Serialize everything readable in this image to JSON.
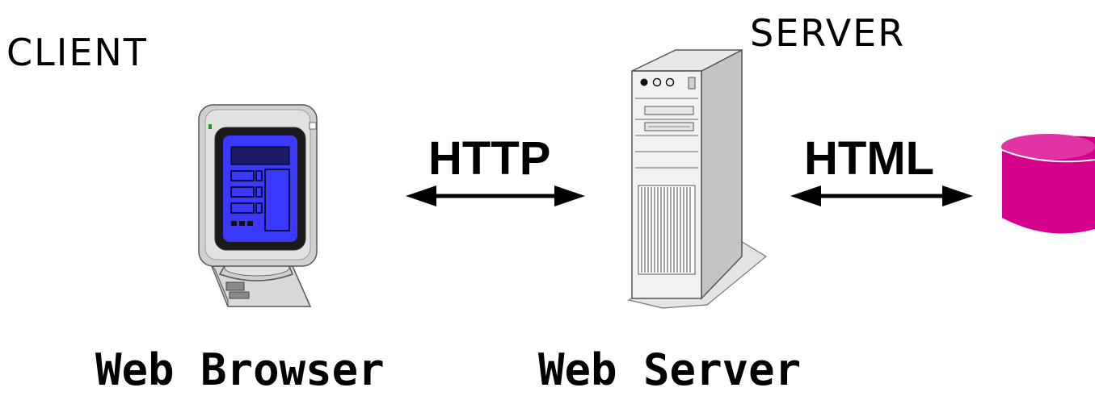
{
  "client": {
    "heading": "CLIENT",
    "caption": "Web Browser",
    "icon": "monitor-icon"
  },
  "server": {
    "heading": "SERVER",
    "caption": "Web Server",
    "icon": "server-tower-icon"
  },
  "connections": {
    "client_server_label": "HTTP",
    "server_database_label": "HTML"
  },
  "database": {
    "icon": "database-cylinder-icon"
  },
  "colors": {
    "screen": "#3a3aff",
    "database": "#d4008c",
    "database_top": "#e033a6",
    "arrow": "#000000"
  }
}
